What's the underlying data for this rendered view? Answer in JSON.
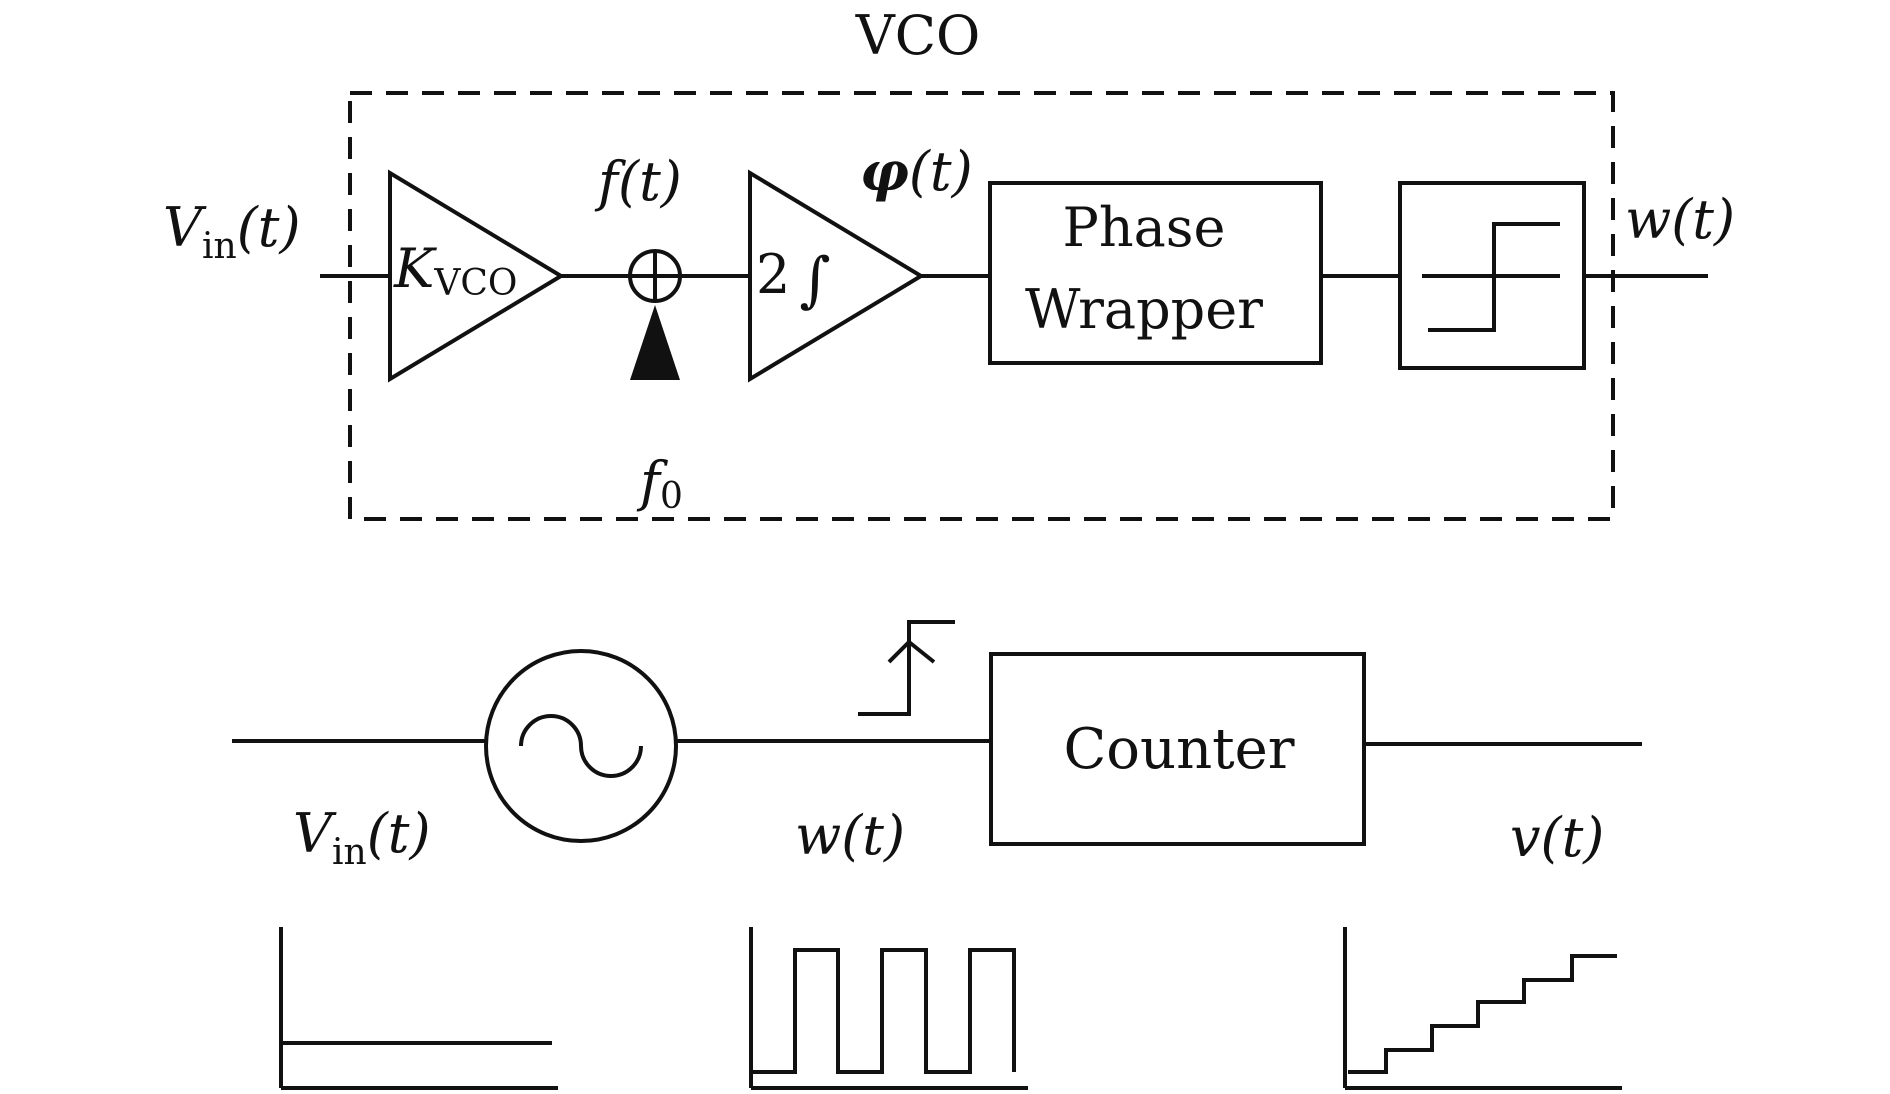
{
  "vco": {
    "title": "VCO",
    "input_label": {
      "main": "V",
      "sub": "in",
      "arg": "(t)"
    },
    "gain": {
      "main": "K",
      "sub": "VCO"
    },
    "freq_label": {
      "main": "f",
      "arg": "(t)"
    },
    "offset_label": {
      "main": "f",
      "sub": "0"
    },
    "integrator": {
      "coef": "2",
      "symbol": "∫"
    },
    "phase_label": {
      "main": "φ",
      "arg": "(t)"
    },
    "phase_wrapper": {
      "line1": "Phase",
      "line2": "Wrapper"
    },
    "output_label": {
      "main": "w",
      "arg": "(t)"
    }
  },
  "chain": {
    "input_label": {
      "main": "V",
      "sub": "in",
      "arg": "(t)"
    },
    "mid_label": {
      "main": "w",
      "arg": "(t)"
    },
    "counter": "Counter",
    "output_label": {
      "main": "v",
      "arg": "(t)"
    }
  },
  "icons": {
    "oscillator": "sine-wave-icon",
    "quantizer": "step-function-icon",
    "edge": "rising-edge-icon"
  }
}
